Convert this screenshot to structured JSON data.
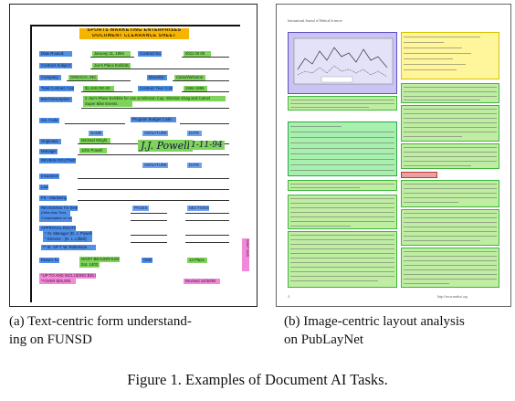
{
  "funsd_form": {
    "title_line1": "SPORTS MARKETING ENTERPRISES",
    "title_line2": "DOCUMENT CLEARANCE SHEET",
    "fields": {
      "date_routed_label": "Date Routed:",
      "date_routed_value": "January 11, 1994",
      "contract_no_label": "Contract No.",
      "contract_no_value": "4011 00 00",
      "subject_label": "Contract Subject:",
      "subject_value": "Joe's Place Exhibits",
      "company_label": "Company:",
      "company_value": "GREVCO, INC.",
      "brand_label": "Brand(s):",
      "brand_value": "Camel/Winston",
      "total_cost_label": "Total Contract Cost:",
      "total_cost_value": "$1,340,000.00",
      "contract_year_label": "Contract Year Cost:",
      "contract_year_value": "1994-1995",
      "brief_desc_label": "Brief Description:",
      "brief_desc_line1": "2 Joe's Place Exhibits for use at Winston Cup, Winston Drag and Camel",
      "brief_desc_line2": "Super Bike Events.",
      "gl_code_label": "G/L Code:",
      "budget_code_label": "Program Budget Code:"
    },
    "columns": {
      "name": "NAME",
      "signature": "SIGNATURE",
      "date": "DATE"
    },
    "originator_label": "Originator",
    "originator_value": "Michael Wright",
    "manager_label": "Manager",
    "manager_value": "John Powell",
    "signature_text": "J.J. Powell",
    "signature_date": "1-11-94",
    "review_routing_label": "REVIEW ROUTING",
    "insurance_label": "Insurance",
    "law_label": "Law",
    "fs_marketing_label": "FS - Marketing",
    "revisions_label": "REVISIONS TO SHELL",
    "revisions_sub1": "(Other than Term,",
    "revisions_sub2": "Compensation or Lia",
    "pages_label": "PAGES",
    "sections_label": "SECTIONS",
    "approval_label": "APPROVAL ROUTING",
    "approval_1": "* Sr. Manager (D. J. Powell)",
    "approval_2": "* Director - (D. L. Lilbell)",
    "approval_3": "** Sr. VP    T. W. Robertson",
    "return_to_label": "Return To:",
    "return_to_value": "MARY BEAUDRAUDIN",
    "return_ext": "Ext. 1403",
    "omc_label": "OMC",
    "floor_label": "13 Plaza",
    "footnote_1": "*UP TO AND INCLUDING $25,000",
    "footnote_2": "**OVER $25,000",
    "revised_label": "Revised 10/30/92",
    "side_stamp": "51507 2025"
  },
  "publaynet_page": {
    "header_text": "International Journal of Medical Sciences",
    "page_number_left": "4",
    "footer_right": "http://www.medsci.org"
  },
  "captions": {
    "panel_a_line1": "(a) Text-centric form understand-",
    "panel_a_line2": "ing on FUNSD",
    "panel_b_line1": "(b) Image-centric layout analysis",
    "panel_b_line2": "on PubLayNet"
  },
  "figure_caption": "Figure 1. Examples of Document AI Tasks.",
  "colors": {
    "question": "#4f8fe6",
    "answer": "#7fd35a",
    "header": "#f5b400",
    "other": "#f08ad8",
    "pl_text": "#bfeea2",
    "pl_title": "#e9a0a0",
    "pl_list": "#fff59a",
    "pl_table": "#a8f0ae",
    "pl_figure": "#c9c4f2"
  }
}
